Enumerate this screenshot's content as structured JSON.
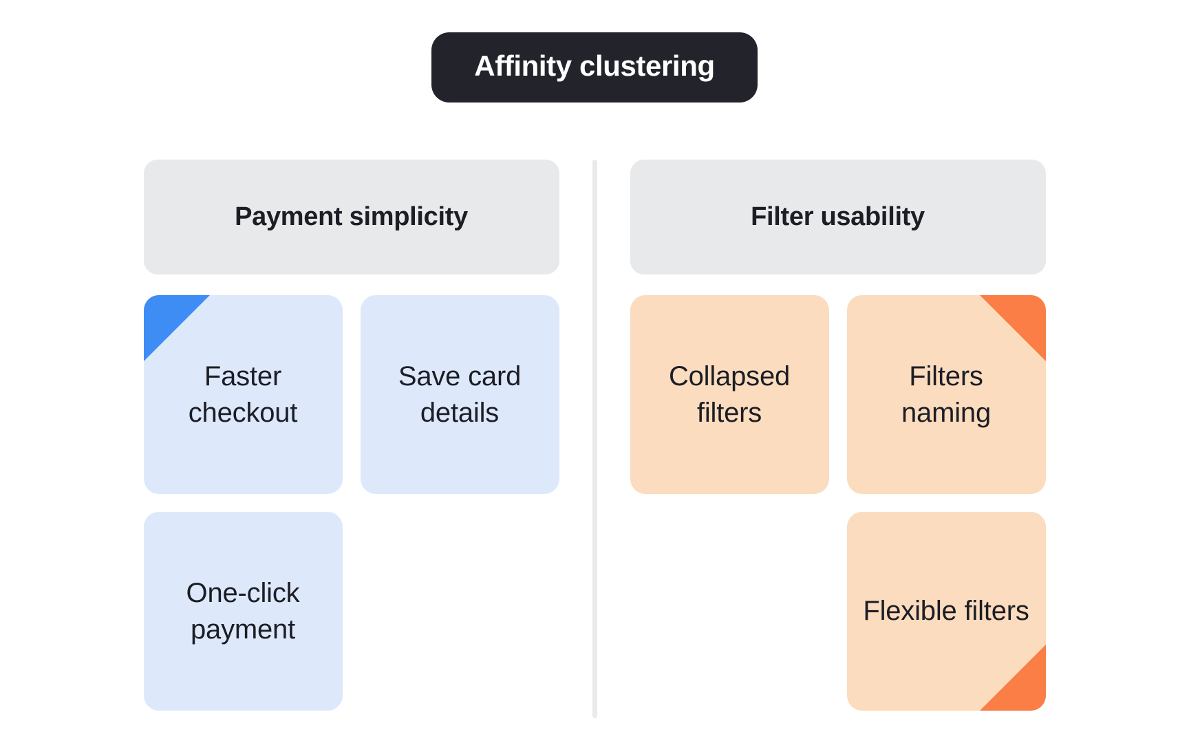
{
  "title": "Affinity clustering",
  "colors": {
    "title_badge_bg": "#23242B",
    "title_badge_text": "#FFFFFF",
    "page_bg": "#FFFFFF",
    "header_bg": "#E8E9EB",
    "header_text": "#1C1D25",
    "divider": "#EAEAEC",
    "note_blue_bg": "#DDE9FB",
    "note_blue_fold": "#3D8DF5",
    "note_peach_bg": "#FBDCBE",
    "note_peach_fold": "#FA7E46",
    "note_text": "#1C1D25"
  },
  "columns": [
    {
      "header": "Payment simplicity",
      "color": "blue",
      "notes": [
        {
          "label": "Faster checkout",
          "fold": "top-left"
        },
        {
          "label": "Save card details",
          "fold": "none"
        },
        {
          "label": "One-click payment",
          "fold": "none"
        }
      ]
    },
    {
      "header": "Filter usability",
      "color": "peach",
      "notes": [
        {
          "label": "Collapsed filters",
          "fold": "none"
        },
        {
          "label": "Filters naming",
          "fold": "top-right"
        },
        {
          "label": "Flexible filters",
          "fold": "bottom-right"
        }
      ]
    }
  ]
}
